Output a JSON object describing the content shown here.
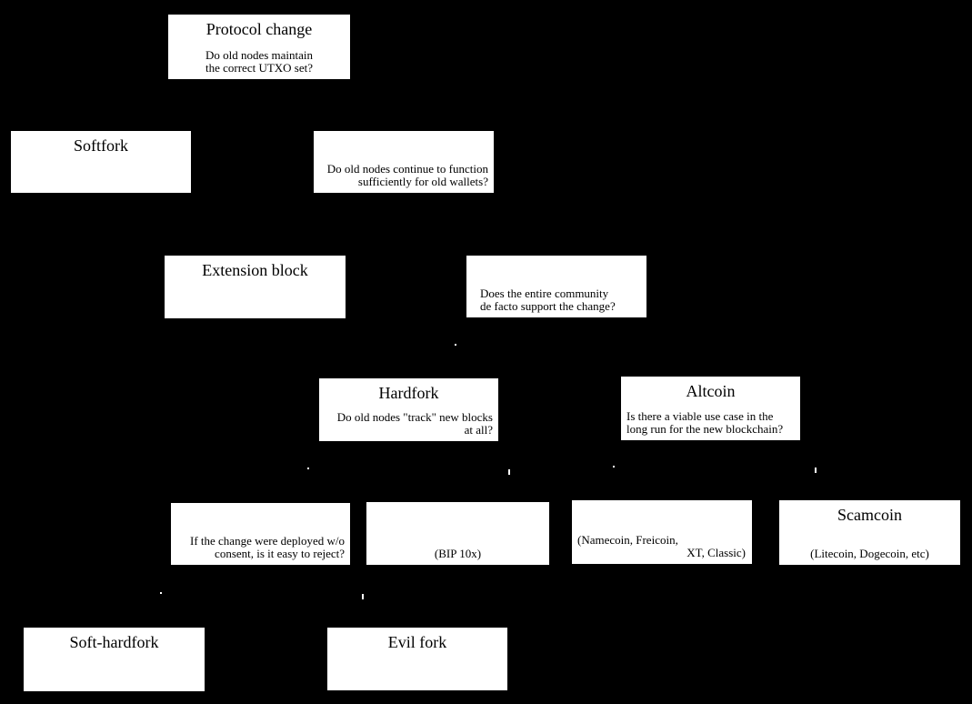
{
  "colors": {
    "background": "#000000",
    "box_fill": "#ffffff",
    "box_text": "#000000"
  },
  "diagram": {
    "description": "Protocol change fork decision flowchart",
    "boxes": [
      {
        "id": "protocol-change",
        "title": "Protocol change",
        "subtitle_lines": [
          "Do old nodes maintain",
          "the correct UTXO set?"
        ]
      },
      {
        "id": "softfork",
        "title": "Softfork",
        "subtitle_lines": []
      },
      {
        "id": "old-nodes-function-question",
        "title": "",
        "subtitle_lines": [
          "Do old nodes continue to function",
          "sufficiently for old wallets?"
        ]
      },
      {
        "id": "extension-block",
        "title": "Extension block",
        "subtitle_lines": []
      },
      {
        "id": "community-support-question",
        "title": "",
        "subtitle_lines": [
          "Does the entire community",
          "de facto support the change?"
        ]
      },
      {
        "id": "hardfork",
        "title": "Hardfork",
        "subtitle_lines": [
          "Do old nodes \"track\" new blocks",
          "at all?"
        ]
      },
      {
        "id": "altcoin",
        "title": "Altcoin",
        "subtitle_lines": [
          "Is there a viable use case in the",
          "long run for the new blockchain?"
        ]
      },
      {
        "id": "reject-question",
        "title": "",
        "subtitle_lines": [
          "If the change were deployed w/o",
          "consent, is it easy to reject?"
        ]
      },
      {
        "id": "bip-10x",
        "title": "",
        "subtitle_lines": [
          "(BIP 10x)"
        ]
      },
      {
        "id": "namecoin-freicoin",
        "title": "",
        "subtitle_lines": [
          "(Namecoin, Freicoin,",
          "XT, Classic)"
        ]
      },
      {
        "id": "scamcoin",
        "title": "Scamcoin",
        "subtitle_lines": [
          "(Litecoin, Dogecoin, etc)"
        ]
      },
      {
        "id": "soft-hardfork",
        "title": "Soft-hardfork",
        "subtitle_lines": []
      },
      {
        "id": "evil-fork",
        "title": "Evil fork",
        "subtitle_lines": []
      }
    ]
  }
}
